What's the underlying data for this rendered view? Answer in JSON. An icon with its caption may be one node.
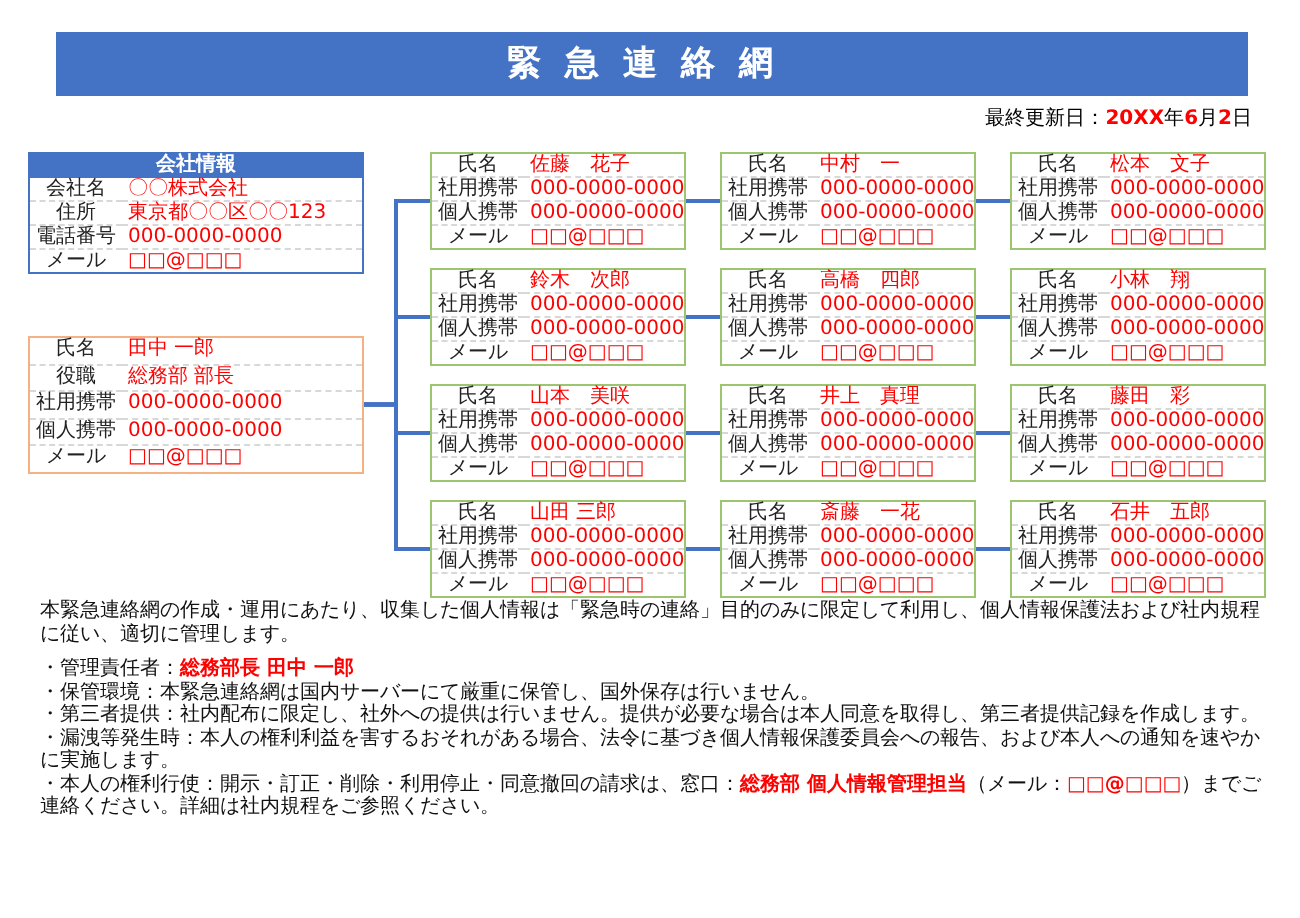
{
  "diagram": {
    "title": "緊急連絡網",
    "nodes": [
      {
        "text": [
          "会社情報",
          "会社名",
          "〇〇株式会社",
          "住所",
          "東京都〇〇区〇〇123",
          "電話番号",
          "000-0000-0000",
          "メール",
          "□□@□□□"
        ]
      },
      {
        "text": [
          "氏名",
          "田中 一郎",
          "役職",
          "総務部 部長",
          "社用携帯",
          "000-0000-0000",
          "個人携帯",
          "000-0000-0000",
          "メール",
          "□□@□□□"
        ]
      },
      {
        "text": [
          "氏名",
          "佐藤　花子",
          "社用携帯",
          "000-0000-0000",
          "個人携帯",
          "000-0000-0000",
          "メール",
          "□□@□□□"
        ]
      },
      {
        "text": [
          "氏名",
          "中村　一",
          "社用携帯",
          "000-0000-0000",
          "個人携帯",
          "000-0000-0000",
          "メール",
          "□□@□□□"
        ]
      },
      {
        "text": [
          "氏名",
          "松本　文子",
          "社用携帯",
          "000-0000-0000",
          "個人携帯",
          "000-0000-0000",
          "メール",
          "□□@□□□"
        ]
      },
      {
        "text": [
          "氏名",
          "鈴木　次郎",
          "社用携帯",
          "000-0000-0000",
          "個人携帯",
          "000-0000-0000",
          "メール",
          "□□@□□□"
        ]
      },
      {
        "text": [
          "氏名",
          "高橋　四郎",
          "社用携帯",
          "000-0000-0000",
          "個人携帯",
          "000-0000-0000",
          "メール",
          "□□@□□□"
        ]
      },
      {
        "text": [
          "氏名",
          "小林　翔",
          "社用携帯",
          "000-0000-0000",
          "個人携帯",
          "000-0000-0000",
          "メール",
          "□□@□□□"
        ]
      },
      {
        "text": [
          "氏名",
          "山本　美咲",
          "社用携帯",
          "000-0000-0000",
          "個人携帯",
          "000-0000-0000",
          "メール",
          "□□@□□□"
        ]
      },
      {
        "text": [
          "氏名",
          "井上　真理",
          "社用携帯",
          "000-0000-0000",
          "個人携帯",
          "000-0000-0000",
          "メール",
          "□□@□□□"
        ]
      },
      {
        "text": [
          "氏名",
          "藤田　彩",
          "社用携帯",
          "000-0000-0000",
          "個人携帯",
          "000-0000-0000",
          "メール",
          "□□@□□□"
        ]
      },
      {
        "text": [
          "氏名",
          "山田 三郎",
          "社用携帯",
          "000-0000-0000",
          "個人携帯",
          "000-0000-0000",
          "メール",
          "□□@□□□"
        ]
      },
      {
        "text": [
          "氏名",
          "斎藤　一花",
          "社用携帯",
          "000-0000-0000",
          "個人携帯",
          "000-0000-0000",
          "メール",
          "□□@□□□"
        ]
      },
      {
        "text": [
          "氏名",
          "石井　五郎",
          "社用携帯",
          "000-0000-0000",
          "個人携帯",
          "000-0000-0000",
          "メール",
          "□□@□□□"
        ]
      }
    ],
    "edges": [
      {
        "from": 1,
        "to": 2,
        "arrow": "none"
      },
      {
        "from": 1,
        "to": 5,
        "arrow": "none"
      },
      {
        "from": 1,
        "to": 8,
        "arrow": "none"
      },
      {
        "from": 1,
        "to": 11,
        "arrow": "none"
      },
      {
        "from": 2,
        "to": 3,
        "arrow": "none"
      },
      {
        "from": 3,
        "to": 4,
        "arrow": "none"
      },
      {
        "from": 5,
        "to": 6,
        "arrow": "none"
      },
      {
        "from": 6,
        "to": 7,
        "arrow": "none"
      },
      {
        "from": 8,
        "to": 9,
        "arrow": "none"
      },
      {
        "from": 9,
        "to": 10,
        "arrow": "none"
      },
      {
        "from": 11,
        "to": 12,
        "arrow": "none"
      },
      {
        "from": 12,
        "to": 13,
        "arrow": "none"
      }
    ],
    "labels": [
      "最終更新日：**20XX**年**6**月**2**日",
      "本緊急連絡網の作成・運用にあたり、収集した個人情報は「緊急時の連絡」目的のみに限定して利用し、個人情報保護法および社内規程に従い、適切に管理します。",
      "・管理責任者：**総務部長 田中 一郎**",
      "・保管環境：本緊急連絡網は国内サーバーにて厳重に保管し、国外保存は行いません。",
      "・第三者提供：社内配布に限定し、社外への提供は行いません。提供が必要な場合は本人同意を取得し、第三者提供記録を作成します。",
      "・漏洩等発生時：本人の権利利益を害するおそれがある場合、法令に基づき個人情報保護委員会への報告、および本人への通知を速やかに実施します。",
      "・本人の権利行使：開示・訂正・削除・利用停止・同意撤回の請求は、窓口：**総務部 個人情報管理担当**（メール：**□□@□□□**）までご連絡ください。詳細は社内規程をご参照ください。"
    ]
  }
}
